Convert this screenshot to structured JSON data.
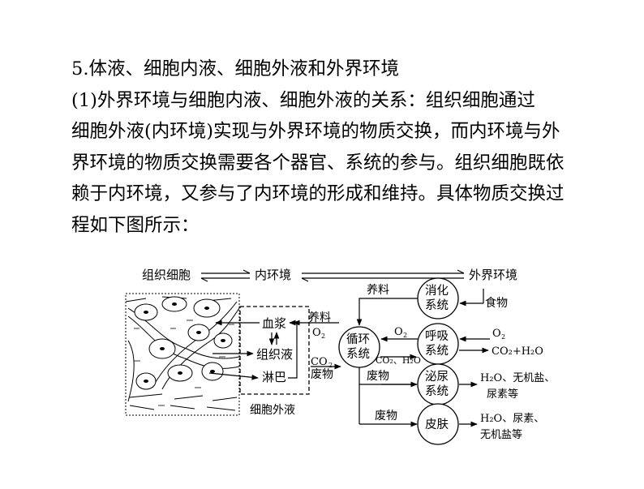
{
  "text": {
    "heading": "5.体液、细胞内液、细胞外液和外界环境",
    "para_line1": "(1)外界环境与细胞内液、细胞外液的关系：组织细胞通过",
    "para_line2": "细胞外液(内环境)实现与外界环境的物质交换，而内环境与外",
    "para_line3": "界环境的物质交换需要各个器官、系统的参与。组织细胞既依",
    "para_line4": "赖于内环境，又参与了内环境的形成和维持。具体物质交换过",
    "para_line5": "程如下图所示："
  },
  "diagram": {
    "top_left": "组织细胞",
    "top_mid": "内环境",
    "top_right": "外界环境",
    "blood": "血浆",
    "tissue_fluid": "组织液",
    "lymph": "淋巴",
    "extracellular": "细胞外液",
    "circulation": [
      "循环",
      "系统"
    ],
    "digestion": [
      "消化",
      "系统"
    ],
    "respiration": [
      "呼吸",
      "系统"
    ],
    "urinary": [
      "泌尿",
      "系统"
    ],
    "skin": "皮肤",
    "nutrient_top": "养料",
    "nutrient_left": "养料",
    "o2_left": "O",
    "o2_mid": "O",
    "co2_left": "CO",
    "waste_left": "废物",
    "co2_h2o_mid": "CO₂、H₂O",
    "food": "食物",
    "o2_right": "O",
    "co2_h2o_right": "CO₂+H₂O",
    "waste_urinary": "废物",
    "waste_skin": "废物",
    "urinary_out_1": "H₂O、无机盐、",
    "urinary_out_2": "尿素等",
    "skin_out_1": "H₂O、尿素、",
    "skin_out_2": "无机盐等",
    "sub2": "2"
  }
}
